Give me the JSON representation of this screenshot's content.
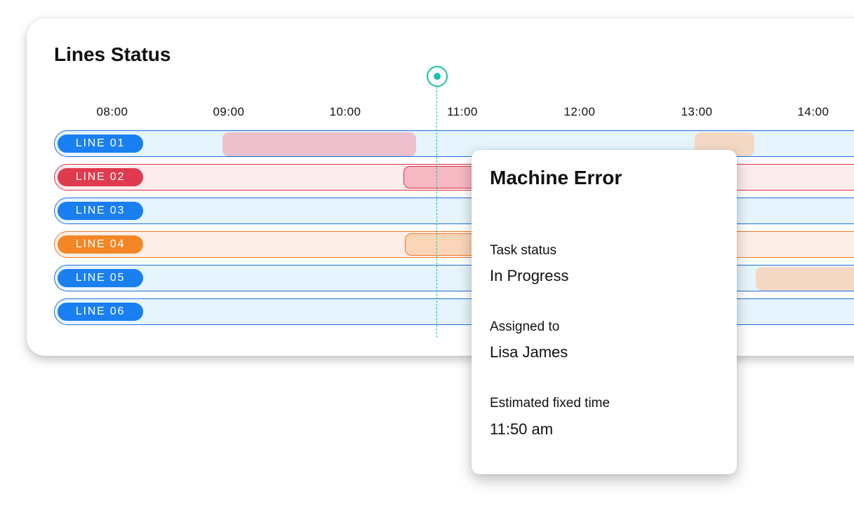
{
  "title": "Lines Status",
  "times": [
    "08:00",
    "09:00",
    "10:00",
    "11:00",
    "12:00",
    "13:00",
    "14:00"
  ],
  "lines": [
    {
      "label": "LINE 01",
      "status": "normal"
    },
    {
      "label": "LINE 02",
      "status": "error"
    },
    {
      "label": "LINE 03",
      "status": "normal"
    },
    {
      "label": "LINE 04",
      "status": "warning"
    },
    {
      "label": "LINE 05",
      "status": "normal"
    },
    {
      "label": "LINE 06",
      "status": "normal"
    }
  ],
  "colors": {
    "normal": "#1a7ff0",
    "error": "#e03a4e",
    "warning": "#f58626",
    "marker": "#19c4a6"
  },
  "popup": {
    "title": "Machine Error",
    "task_status_label": "Task status",
    "task_status_value": "In Progress",
    "assigned_label": "Assigned to",
    "assigned_value": "Lisa James",
    "estimated_label": "Estimated fixed time",
    "estimated_value": "11:50 am"
  }
}
